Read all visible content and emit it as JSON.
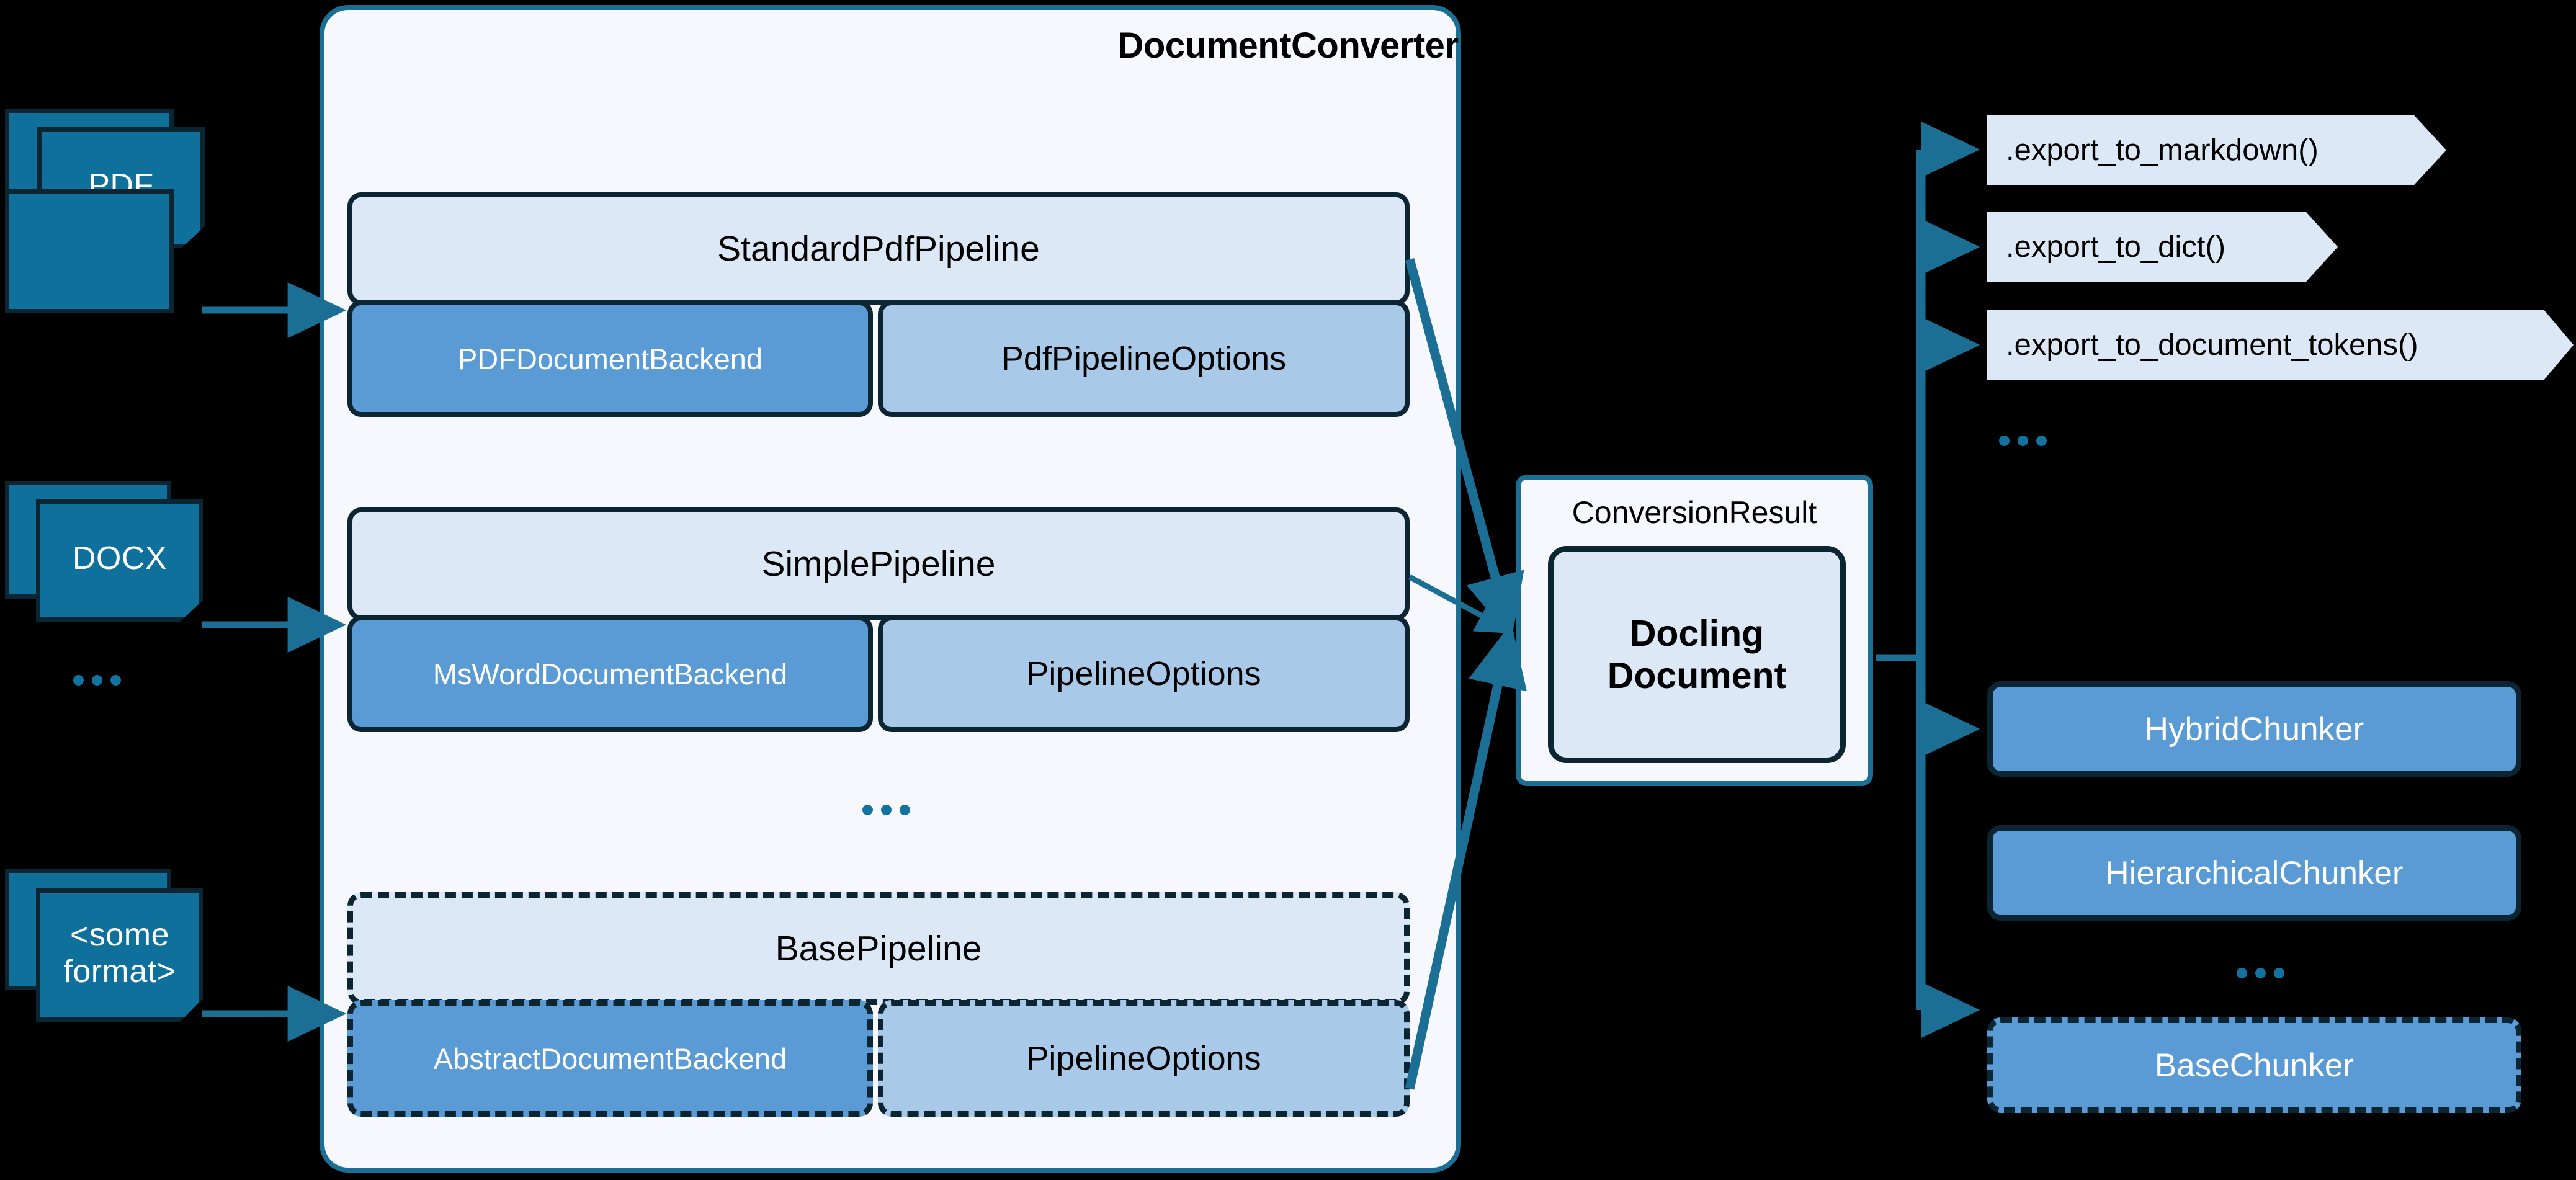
{
  "inputs": [
    {
      "label": "PDF"
    },
    {
      "label": "DOCX"
    },
    {
      "label": "<some\nformat>"
    }
  ],
  "inputs_more": "...",
  "converter": {
    "title": "DocumentConverter",
    "more": "...",
    "pipelines": [
      {
        "name": "StandardPdfPipeline",
        "backend": "PDFDocumentBackend",
        "options": "PdfPipelineOptions",
        "style": "solid"
      },
      {
        "name": "SimplePipeline",
        "backend": "MsWordDocumentBackend",
        "options": "PipelineOptions",
        "style": "solid"
      },
      {
        "name": "BasePipeline",
        "backend": "AbstractDocumentBackend",
        "options": "PipelineOptions",
        "style": "dashed"
      }
    ]
  },
  "result": {
    "title": "ConversionResult",
    "document": "Docling\nDocument"
  },
  "exports": [
    {
      "label": ".export_to_markdown()"
    },
    {
      "label": ".export_to_dict()"
    },
    {
      "label": ".export_to_document_tokens()"
    }
  ],
  "exports_more": "...",
  "chunkers": [
    {
      "label": "HybridChunker",
      "style": "solid"
    },
    {
      "label": "HierarchicalChunker",
      "style": "solid"
    },
    {
      "label": "BaseChunker",
      "style": "dashed"
    }
  ],
  "chunkers_more": "...",
  "colors": {
    "background": "#000000",
    "panel_fill": "#F6F8FD",
    "panel_border": "#1B6E94",
    "pipeline_header_fill": "#DCE8F5",
    "backend_fill": "#5B9BD5",
    "options_fill": "#A9C9E8",
    "doc_icon_fill": "#0F719B",
    "dark_outline": "#0B2533",
    "connector": "#1B6E94",
    "dot": "#1273A1"
  }
}
